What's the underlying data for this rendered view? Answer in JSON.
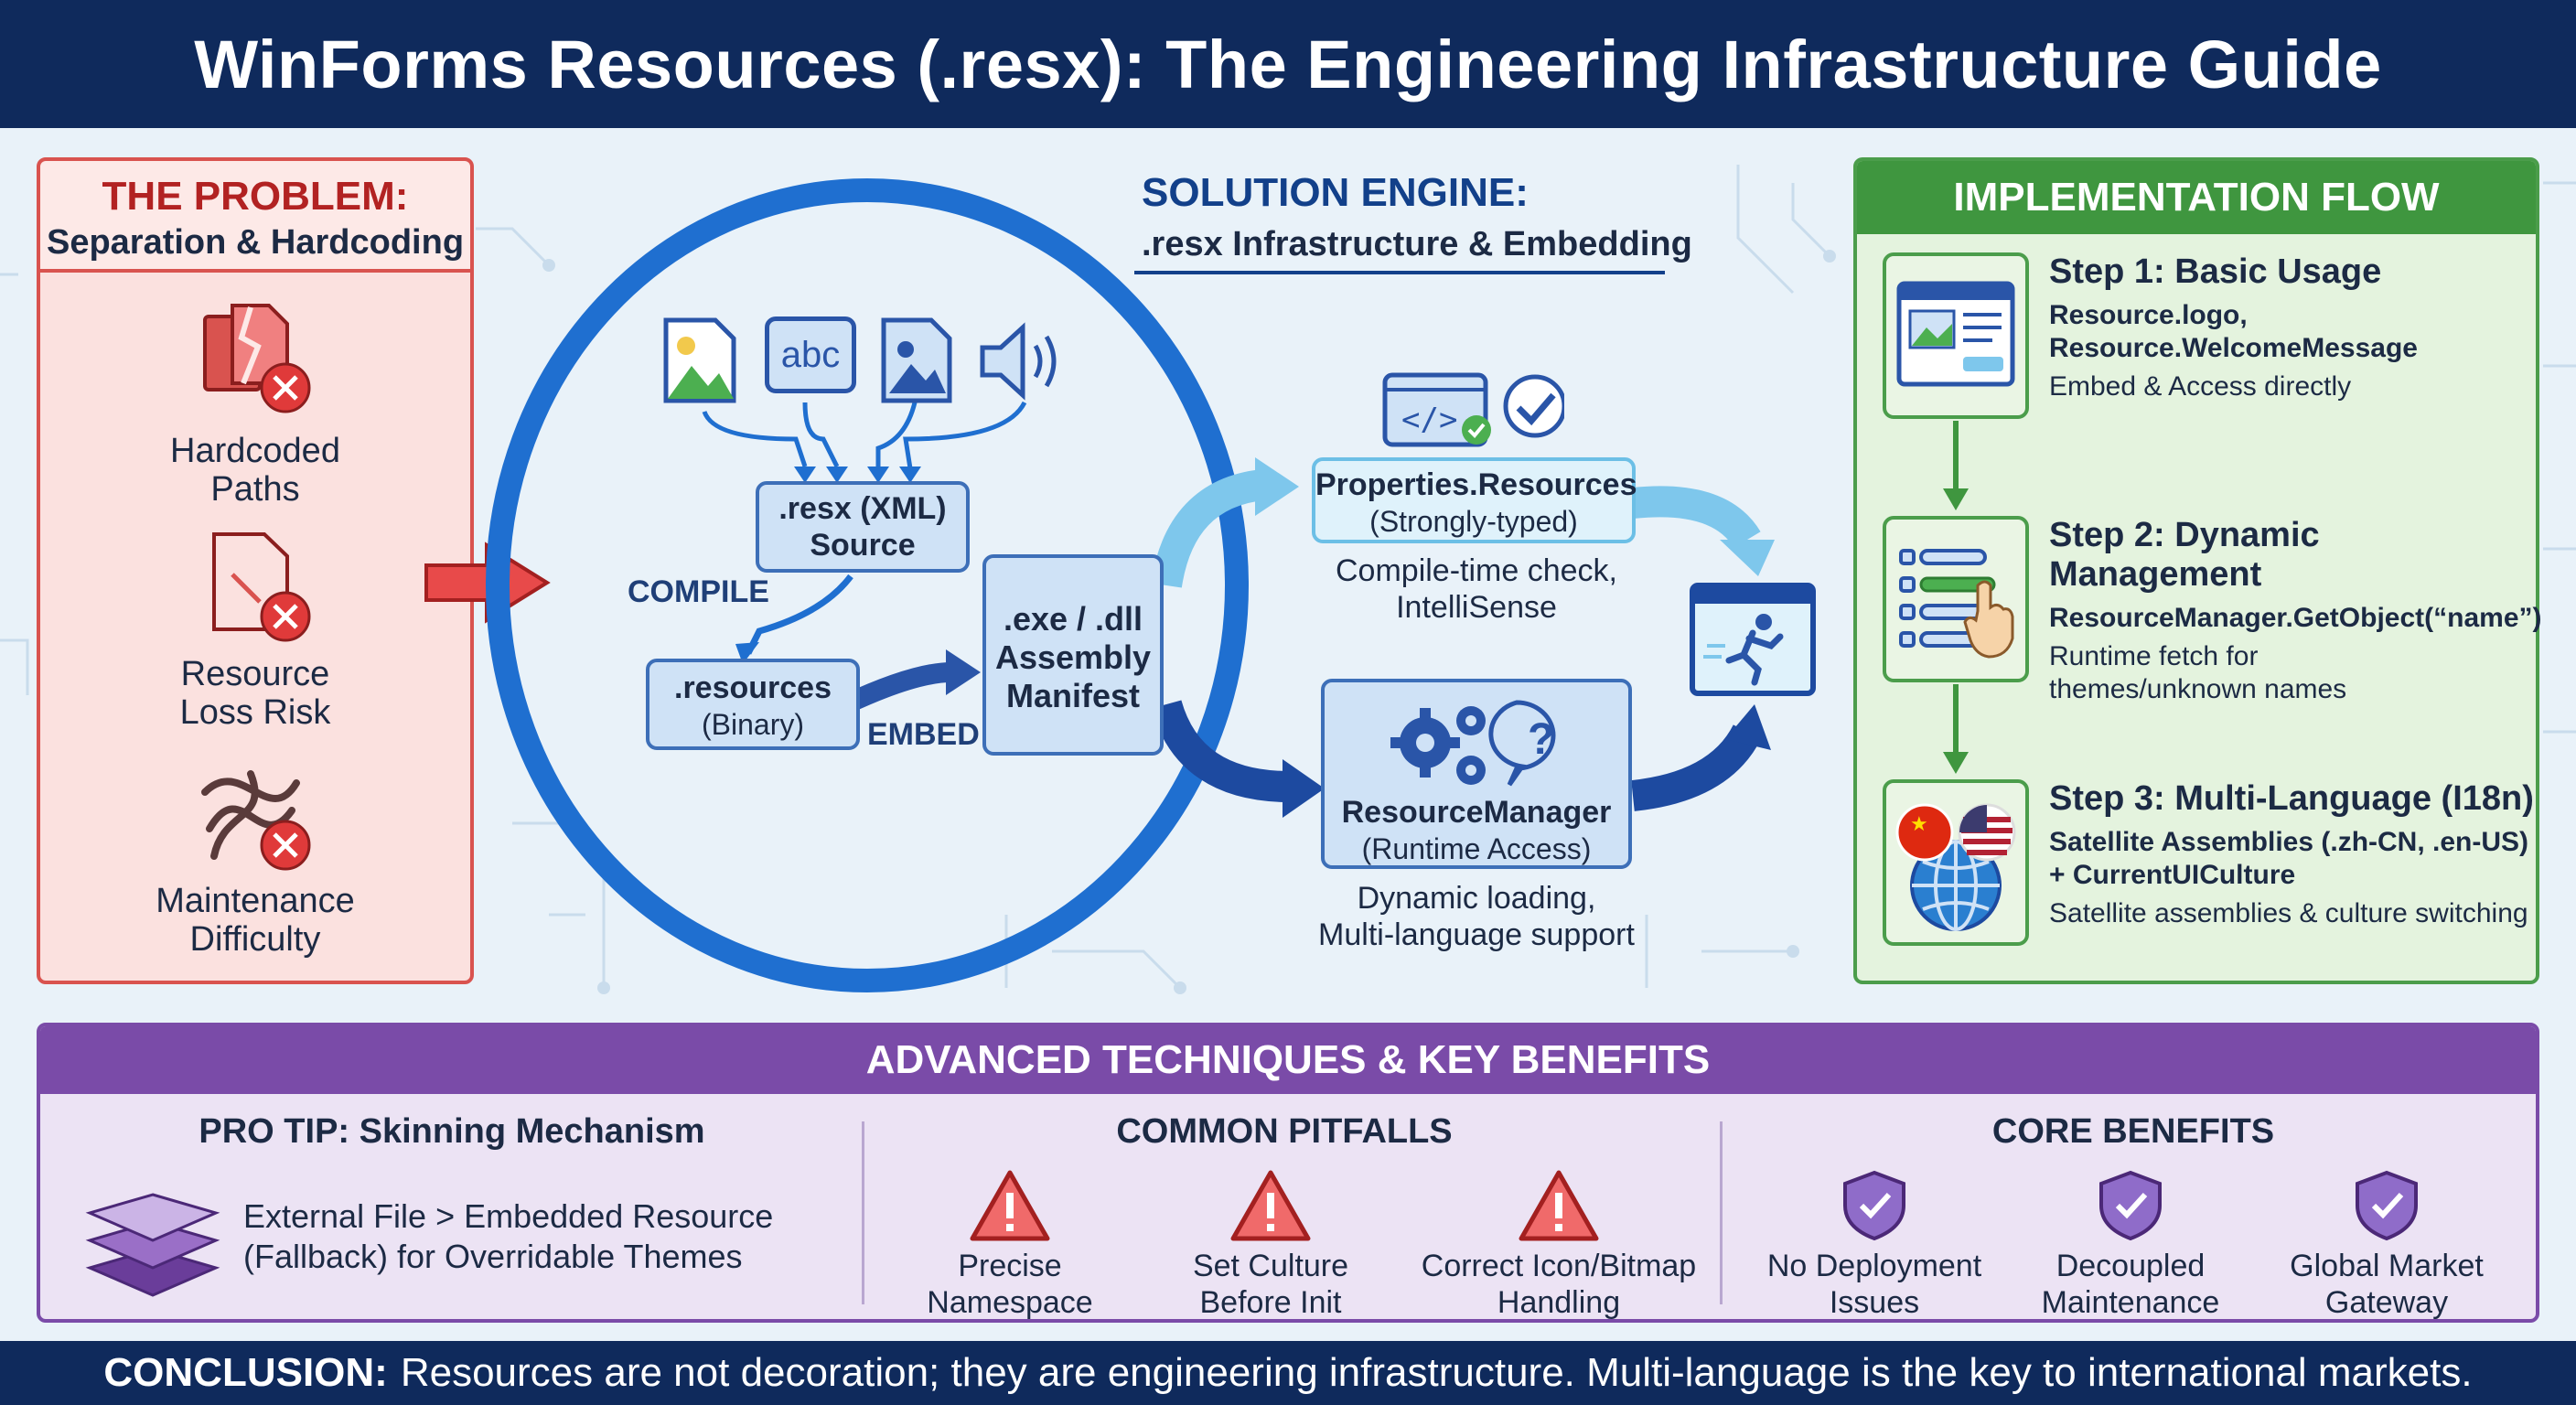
{
  "title": "WinForms Resources (.resx): The Engineering Infrastructure Guide",
  "problem": {
    "title": "THE PROBLEM:",
    "subtitle": "Separation & Hardcoding",
    "items": [
      {
        "label_line1": "Hardcoded",
        "label_line2": "Paths",
        "icon": "broken-file-icon"
      },
      {
        "label_line1": "Resource",
        "label_line2": "Loss Risk",
        "icon": "damaged-file-icon"
      },
      {
        "label_line1": "Maintenance",
        "label_line2": "Difficulty",
        "icon": "tangled-wires-icon"
      }
    ]
  },
  "solution": {
    "title": "SOLUTION ENGINE:",
    "subtitle": ".resx Infrastructure & Embedding",
    "input_icons": [
      "image-icon",
      "text-abc-icon",
      "picture-icon",
      "audio-icon"
    ],
    "abc_text": "abc",
    "resx_box": {
      "line1": ".resx (XML)",
      "line2": "Source"
    },
    "compile_label": "COMPILE",
    "resources_box": {
      "line1": ".resources",
      "line2": "(Binary)"
    },
    "embed_label": "EMBED",
    "assembly_box": {
      "line1": ".exe / .dll",
      "line2": "Assembly",
      "line3": "Manifest"
    },
    "properties_box": {
      "line1": "Properties.Resources",
      "line2": "(Strongly-typed)"
    },
    "properties_caption": {
      "line1": "Compile-time check,",
      "line2": "IntelliSense"
    },
    "manager_box": {
      "line1": "ResourceManager",
      "line2": "(Runtime Access)"
    },
    "manager_caption": {
      "line1": "Dynamic loading,",
      "line2": "Multi-language support"
    }
  },
  "implementation": {
    "title": "IMPLEMENTATION FLOW",
    "steps": [
      {
        "heading": "Step 1: Basic Usage",
        "code_line1": "Resource.logo,",
        "code_line2": "Resource.WelcomeMessage",
        "desc_line1": "Embed & Access directly",
        "desc_line2": ""
      },
      {
        "heading": "Step 2: Dynamic Management",
        "code_line1": "ResourceManager.GetObject(“name”)",
        "code_line2": "",
        "desc_line1": "Runtime fetch for",
        "desc_line2": "themes/unknown names"
      },
      {
        "heading": "Step 3: Multi-Language (I18n)",
        "code_line1": "Satellite Assemblies (.zh-CN, .en-US)",
        "code_line2": "+ CurrentUICulture",
        "desc_line1": "Satellite assemblies & culture switching",
        "desc_line2": ""
      }
    ]
  },
  "advanced": {
    "title": "ADVANCED TECHNIQUES & KEY BENEFITS",
    "pro_tip": {
      "title": "PRO TIP: Skinning Mechanism",
      "line1": "External File > Embedded Resource",
      "line2": "(Fallback) for Overridable Themes"
    },
    "pitfalls": {
      "title": "COMMON PITFALLS",
      "items": [
        {
          "line1": "Precise",
          "line2": "Namespace"
        },
        {
          "line1": "Set Culture",
          "line2": "Before Init"
        },
        {
          "line1": "Correct Icon/Bitmap",
          "line2": "Handling"
        }
      ]
    },
    "benefits": {
      "title": "CORE BENEFITS",
      "items": [
        {
          "line1": "No Deployment",
          "line2": "Issues"
        },
        {
          "line1": "Decoupled",
          "line2": "Maintenance"
        },
        {
          "line1": "Global Market",
          "line2": "Gateway"
        }
      ]
    }
  },
  "conclusion": {
    "label": "CONCLUSION:",
    "text": "Resources are not decoration; they are engineering infrastructure. Multi-language is the key to international markets."
  },
  "colors": {
    "navy": "#0f2a5c",
    "problem_red": "#d9534f",
    "solution_blue": "#1f6fd0",
    "impl_green": "#3f963f",
    "advanced_purple": "#7a4ba8"
  }
}
